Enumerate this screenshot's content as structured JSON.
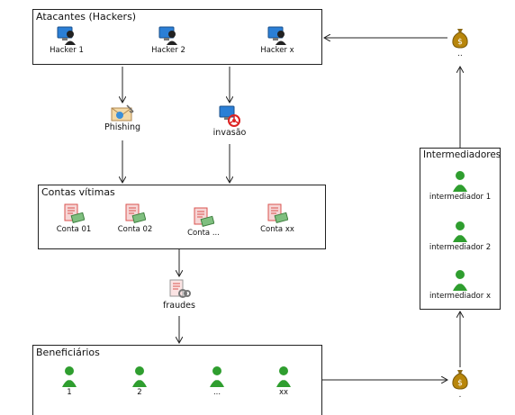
{
  "attackers": {
    "title": "Atacantes (Hackers)",
    "items": [
      "Hacker 1",
      "Hacker 2",
      "Hacker x"
    ]
  },
  "methods": {
    "phishing": "Phishing",
    "invasion": "invasão"
  },
  "victims": {
    "title": "Contas vítimas",
    "items": [
      "Conta 01",
      "Conta 02",
      "Conta ...",
      "Conta xx"
    ]
  },
  "frauds": {
    "label": "fraudes"
  },
  "beneficiaries": {
    "title": "Beneficiários",
    "items": [
      "1",
      "2",
      "...",
      "xx"
    ]
  },
  "intermediaries": {
    "title": "Intermediadores",
    "items": [
      "intermediador 1",
      "intermediador 2",
      "intermediador x"
    ]
  },
  "money": {
    "top_label": "..",
    "bottom_label": "."
  },
  "colors": {
    "hacker_screen": "#2b7fd6",
    "person_green": "#2f9e2f",
    "money_bag": "#b8860b",
    "account_red": "#d9534f"
  }
}
